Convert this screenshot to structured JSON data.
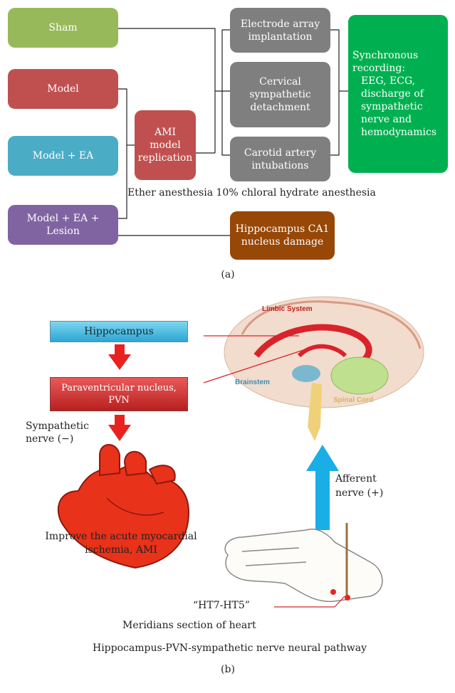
{
  "part_a": {
    "sham": "Sham",
    "model": "Model",
    "model_ea": "Model + EA",
    "model_ea_lesion": "Model + EA + Lesion",
    "ami_replication": "AMI model replication",
    "electrode": "Electrode array implantation",
    "cervical": "Cervical sympathetic detachment",
    "carotid": "Carotid artery intubations",
    "sync_title": "Synchronous recording:",
    "sync_body": "EEG, ECG, discharge of sympathetic nerve and hemodynamics",
    "anesthesia": "Ether anesthesia 10% chloral hydrate anesthesia",
    "hippocampus_damage": "Hippocampus CA1 nucleus damage",
    "caption": "(a)"
  },
  "part_b": {
    "hippocampus": "Hippocampus",
    "pvn": "Paraventricular nucleus, PVN",
    "sympathetic": "Sympathetic nerve (−)",
    "improve": "Improve the acute myocardial ischemia, AMI",
    "brain_limbic": "Limbic System",
    "brain_stem": "Brainstem",
    "brain_cord": "Spinal Cord",
    "afferent": "Afferent nerve (+)",
    "ht": "“HT7-HT5”",
    "meridians": "Meridians section of heart",
    "pathway": "Hippocampus-PVN-sympathetic nerve neural pathway",
    "caption": "(b)"
  },
  "colors": {
    "sham": "#98b95a",
    "model": "#c0504f",
    "model_ea": "#4bacc6",
    "lesion": "#8064a2",
    "grey": "#7f7f7f",
    "sync": "#00b050",
    "hippo_damage": "#974706",
    "arrow_red": "#e8231f",
    "arrow_blue": "#1aaee6"
  }
}
